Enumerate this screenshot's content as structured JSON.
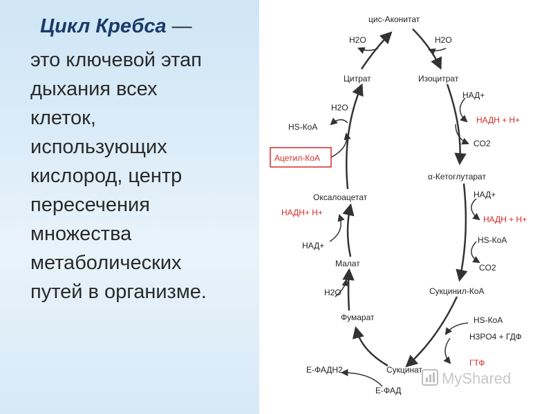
{
  "slide": {
    "title": "Цикл Кребса",
    "title_dash": "—",
    "lines": [
      "это ключевой этап",
      "дыхания всех",
      "клеток,",
      "использующих",
      "кислород, центр",
      "пересечения",
      "множества",
      "метаболических",
      "путей в организме."
    ]
  },
  "diagram": {
    "labels": {
      "cis_aconitate": "цис-Аконитат",
      "h2o_1": "H2O",
      "h2o_2": "H2O",
      "citrate": "Цитрат",
      "isocitrate": "Изоцитрат",
      "h2o_3": "H2O",
      "nad_1": "НАД+",
      "hs_coa_1": "HS-КоА",
      "nadh_1": "НАДН + Н+",
      "acetyl_coa": "Ацетил-КоА",
      "co2_1": "CO2",
      "alpha_kg": "α-Кетоглутарат",
      "oxaloacetate": "Оксалоацетат",
      "nad_2": "НАД+",
      "nadh_2": "НАДН+ Н+",
      "nadh_3": "НАДН + Н+",
      "hs_coa_2": "HS-КоА",
      "nad_3": "НАД+",
      "malate": "Малат",
      "co2_2": "CO2",
      "h2o_4": "H2O",
      "succinyl_coa": "Сукцинил-КоА",
      "fumarate": "Фумарат",
      "hs_coa_3": "HS-КоА",
      "h3po4_gdp": "H3PO4 + ГДФ",
      "e_fadh2": "Е-ФАДН2",
      "gtp": "ГТФ",
      "succinate": "Сукцинат",
      "e_fad": "Е-ФАД"
    },
    "watermark": "MyShared"
  }
}
